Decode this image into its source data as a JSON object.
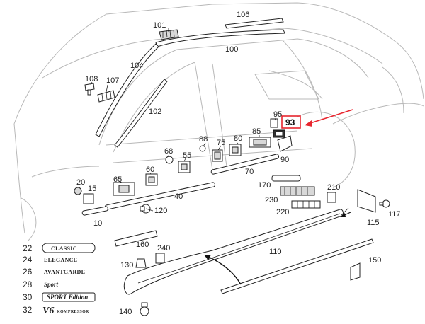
{
  "labels": {
    "p101": "101",
    "p106": "106",
    "p100": "100",
    "p104": "104",
    "p108": "108",
    "p107": "107",
    "p102": "102",
    "p95": "95",
    "p93": "93",
    "p88": "88",
    "p75": "75",
    "p80": "80",
    "p85": "85",
    "p68": "68",
    "p55": "55",
    "p60": "60",
    "p65": "65",
    "p20": "20",
    "p15": "15",
    "p70": "70",
    "p90": "90",
    "p40": "40",
    "p170": "170",
    "p210": "210",
    "p230": "230",
    "p220": "220",
    "p117": "117",
    "p115": "115",
    "p120": "120",
    "p10": "10",
    "p160": "160",
    "p240": "240",
    "p110": "110",
    "p150": "150",
    "p130": "130",
    "p140": "140"
  },
  "badges": [
    {
      "num": "22",
      "text": "CLASSIC"
    },
    {
      "num": "24",
      "text": "ELEGANCE"
    },
    {
      "num": "26",
      "text": "AVANTGARDE"
    },
    {
      "num": "28",
      "text": "Sport"
    },
    {
      "num": "30",
      "text": "SPORT Edition"
    },
    {
      "num": "32",
      "text": "V6",
      "subtext": "KOMPRESSOR"
    }
  ],
  "colors": {
    "highlight": "#e8262f",
    "line": "#222222",
    "outline": "#b8b8b8"
  }
}
